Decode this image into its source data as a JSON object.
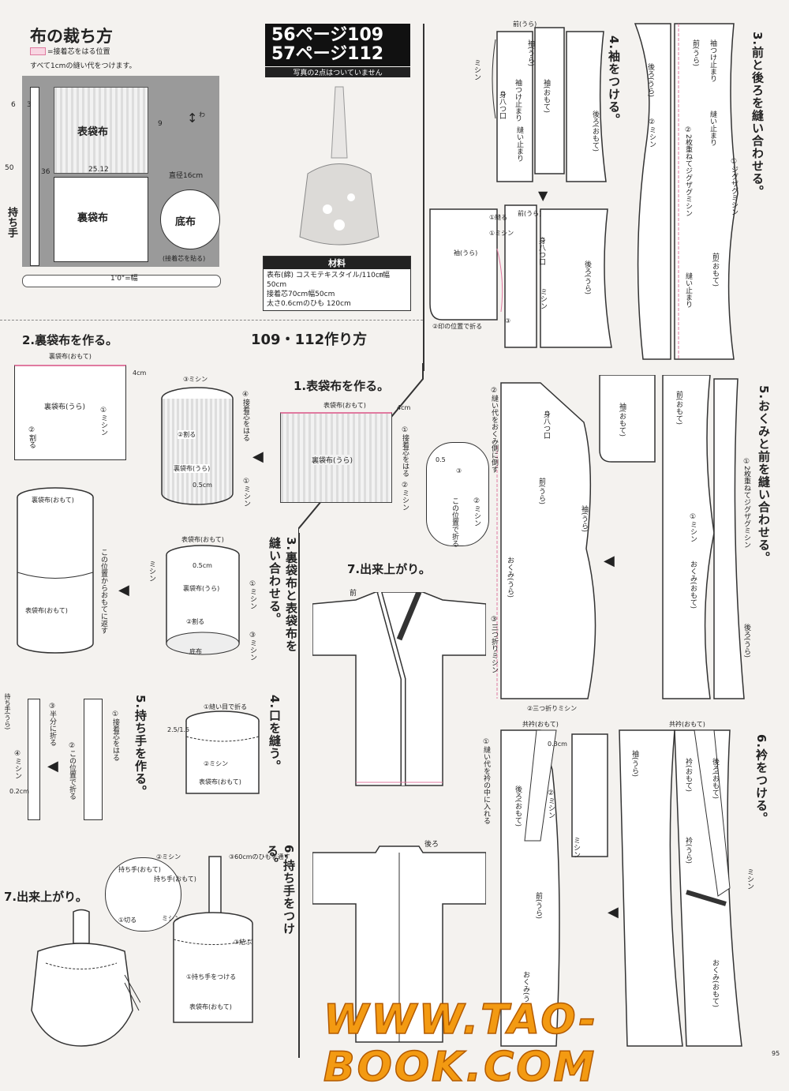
{
  "cutting": {
    "title": "布の裁ち方",
    "legend": "=接着芯をはる位置",
    "note": "すべて1cmの縫い代をつけます。",
    "outer_bag": "表袋布",
    "inner_bag": "裏袋布",
    "bottom": "底布",
    "handle": "持ち手",
    "dim_6": "6",
    "dim_3": "3",
    "dim_50": "50",
    "dim_9": "9",
    "dim_36": "36",
    "dim_25": "25.12",
    "dim_width": "1'0\"=幅",
    "grain": "わ",
    "diameter": "直径16cm",
    "bottom_note": "(接着芯を貼る)"
  },
  "badge": {
    "line1": "56ページ109",
    "line2": "57ページ112",
    "sub": "写真の2点はついていません"
  },
  "materials": {
    "header": "材料",
    "rows": [
      "表布(綿) コスモテキスタイル/110㎝幅",
      "50cm",
      "接着芯70cm幅50cm",
      "太さ0.6cmのひも 120cm"
    ]
  },
  "howto": {
    "title": "109・112作り方"
  },
  "bag_steps": {
    "s1": "1.表袋布を作る。",
    "s1_label_top": "表袋布(おもて)",
    "s1_label_mid": "裏袋布(うら)",
    "s1_note": "①接着芯をはる",
    "s1_m": "②ミシン",
    "s1_dim": "4cm",
    "s2": "2.裏袋布を作る。",
    "s2_label_top": "裏袋布(おもて)",
    "s2_label_mid": "裏袋布(うら)",
    "s2_cut": "②割る",
    "s2_m": "①ミシン",
    "s2_dim": "4cm",
    "s2b_m": "③ミシン",
    "s2b_note": "④接着芯をはる",
    "s2b_cut": "②割る",
    "s2b_lbl": "裏袋布(うら)",
    "s2b_dim": "0.5cm",
    "s2b_m2": "①ミシン",
    "s3": "3.裏袋布と表袋布を縫い合わせる。",
    "s3_top": "表袋布(おもて)",
    "s3_mid": "裏袋布(うら)",
    "s3_split": "②割る",
    "s3_bottom": "底布",
    "s3_m1": "ミシン",
    "s3_m2": "①ミシン",
    "s3_m3": "③ミシン",
    "s3_dim": "0.5cm",
    "s3c_top": "裏袋布(おもて)",
    "s3c_mid": "表袋布(おもて)",
    "s3c_note": "この位置からおもてに返す",
    "s4": "4.口を縫う。",
    "s4_note": "①縫い目で折る",
    "s4_m": "②ミシン",
    "s4_lbl": "表袋布(おもて)",
    "s4_dims": "2.5/1.5",
    "s5": "5.持ち手を作る。",
    "s5_top": "持ち手(うら)",
    "s5_fold": "③半分に折る",
    "s5_m": "④ミシン",
    "s5_note": "①接着芯をはる",
    "s5_fold2": "②この位置で折る",
    "s5_dim": "0.2cm",
    "s6": "6.持ち手をつける。",
    "s6_a": "持ち手(おもて)",
    "s6_b": "持ち手(おもて)",
    "s6_m": "②ミシン",
    "s6_cut": "①切る",
    "s6_c": "③60cmのひもを通す",
    "s6_d": "①持ち手をつける",
    "s6_e": "表袋布(おもて)",
    "s6_f": "③結ぶ",
    "s6_g": "ミシン",
    "s7": "7.出来上がり。"
  },
  "garment_steps": {
    "s3": "3.前と後ろを縫い合わせる。",
    "s3_labels": [
      "後ろ(うら)",
      "袖つけ止まり",
      "縫い止まり",
      "②2枚重ねてジグザグミシン",
      "①ジグザグミシン",
      "前(おもて)",
      "②ミシン",
      "縫い止まり",
      "前(うら)"
    ],
    "s4": "4.袖をつける。",
    "s4_labels": [
      "袖(うら)",
      "袖つけ止まり",
      "身八つ口",
      "ミシン",
      "縫い止まり",
      "袖(おもて)",
      "後ろ(おもて)",
      "前(うら)"
    ],
    "s4b_labels": [
      "①縫る",
      "袖(うら)",
      "身八つ口",
      "①ミシン",
      "ミシン",
      "②印の位置で折る",
      "③",
      "後ろ(うら)",
      "前(うら)"
    ],
    "s5": "5.おくみと前を縫い合わせる。",
    "s5_labels": [
      "②縫い代をおくみ側に倒す",
      "身八つ口",
      "前(うら)",
      "袖(うら)",
      "おくみ(うら)",
      "③三つ折りミシン",
      "②三つ折りミシン",
      "袖(おもて)",
      "前(おもて)",
      "①2枚重ねてジグザグミシン",
      "おくみ(おもて)",
      "後ろ(うら)",
      "①ミシン"
    ],
    "bubble": [
      "0.5",
      "③",
      "②ミシン",
      "この位置で折る"
    ],
    "s6": "6.衿をつける。",
    "s6_labels": [
      "共衿(おもて)",
      "共衿(おもて)",
      "後ろ(おもて)",
      "①縫い代を衿の中に入れる",
      "袖(うら)",
      "②ミシン",
      "衿(うら)",
      "前(うら)",
      "おくみ(うら)",
      "0.3cm",
      "後ろ(おもて)",
      "衿(おもて)",
      "おくみ(おもて)",
      "ミシン",
      "ミシン"
    ],
    "s7": "7.出来上がり。",
    "front": "前",
    "back": "後ろ"
  },
  "page_number": "95",
  "watermark": "WWW.TAO-BOOK.COM"
}
